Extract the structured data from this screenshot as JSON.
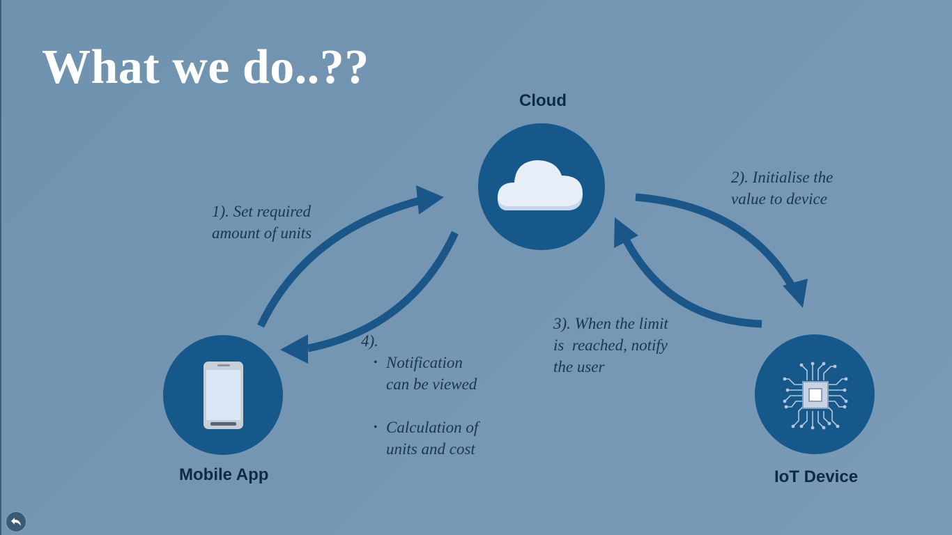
{
  "slide": {
    "title": "What we do..??"
  },
  "nodes": {
    "cloud": {
      "label": "Cloud"
    },
    "mobile": {
      "label": "Mobile App"
    },
    "iot": {
      "label": "IoT Device"
    }
  },
  "steps": {
    "step1": {
      "line1": "1). Set required",
      "line2": "amount of units"
    },
    "step2": {
      "line1": "2). Initialise the",
      "line2": "value to device"
    },
    "step3": {
      "line1": "3). When the limit",
      "line2": "is  reached, notify",
      "line3": "the user"
    },
    "step4": {
      "label": "4).",
      "bullets": [
        "Notification\ncan be viewed",
        "Calculation of\nunits and cost"
      ]
    }
  },
  "colors": {
    "node_fill": "#16588a",
    "arrow": "#1a5788",
    "label_text": "#0f2a44"
  },
  "icons": {
    "cloud": "cloud-icon",
    "mobile": "smartphone-icon",
    "iot": "microchip-icon",
    "back": "back-arrow-icon"
  }
}
